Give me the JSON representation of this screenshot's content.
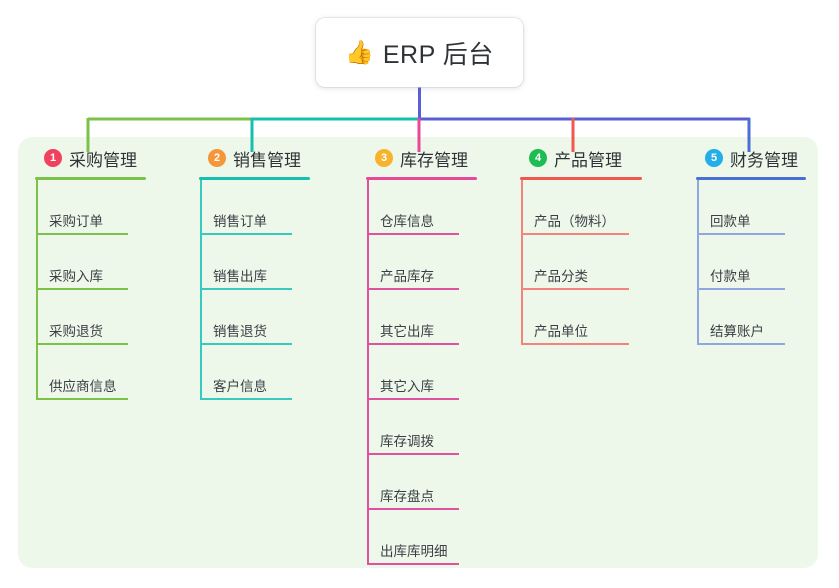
{
  "root": {
    "icon": "thumbs-up-emoji",
    "emoji": "👍",
    "title": "ERP 后台"
  },
  "palette": {
    "panel_bg": "#eef8ea",
    "page_bg": "#ffffff",
    "text": "#2f3338",
    "item_text": "#3a3f45",
    "wire_green": "#7cc24a",
    "wire_teal": "#17bfae",
    "wire_purple": "#5b5fd6",
    "wire_pink": "#e8489a",
    "wire_red": "#f2574f",
    "wire_blue": "#4a6fd4"
  },
  "columns": [
    {
      "number": "1",
      "title": "采购管理",
      "badge_color": "#f0425f",
      "line_color": "#7cc24a",
      "head_rule_color": "#7cc24a",
      "items": [
        {
          "label": "采购订单"
        },
        {
          "label": "采购入库"
        },
        {
          "label": "采购退货"
        },
        {
          "label": "供应商信息"
        }
      ]
    },
    {
      "number": "2",
      "title": "销售管理",
      "badge_color": "#f5963a",
      "line_color": "#3bc8bd",
      "head_rule_color": "#17bfae",
      "items": [
        {
          "label": "销售订单"
        },
        {
          "label": "销售出库"
        },
        {
          "label": "销售退货"
        },
        {
          "label": "客户信息"
        }
      ]
    },
    {
      "number": "3",
      "title": "库存管理",
      "badge_color": "#f7b32b",
      "line_color": "#e0519f",
      "head_rule_color": "#e8489a",
      "items": [
        {
          "label": "仓库信息"
        },
        {
          "label": "产品库存"
        },
        {
          "label": "其它出库"
        },
        {
          "label": "其它入库"
        },
        {
          "label": "库存调拨"
        },
        {
          "label": "库存盘点"
        },
        {
          "label": "出库库明细"
        }
      ]
    },
    {
      "number": "4",
      "title": "产品管理",
      "badge_color": "#1fbc54",
      "line_color": "#f4837c",
      "head_rule_color": "#f2574f",
      "items": [
        {
          "label": "产品（物料）"
        },
        {
          "label": "产品分类"
        },
        {
          "label": "产品单位"
        }
      ]
    },
    {
      "number": "5",
      "title": "财务管理",
      "badge_color": "#22aee8",
      "line_color": "#8fa6e0",
      "head_rule_color": "#4a6fd4",
      "items": [
        {
          "label": "回款单"
        },
        {
          "label": "付款单"
        },
        {
          "label": "结算账户"
        }
      ]
    }
  ]
}
